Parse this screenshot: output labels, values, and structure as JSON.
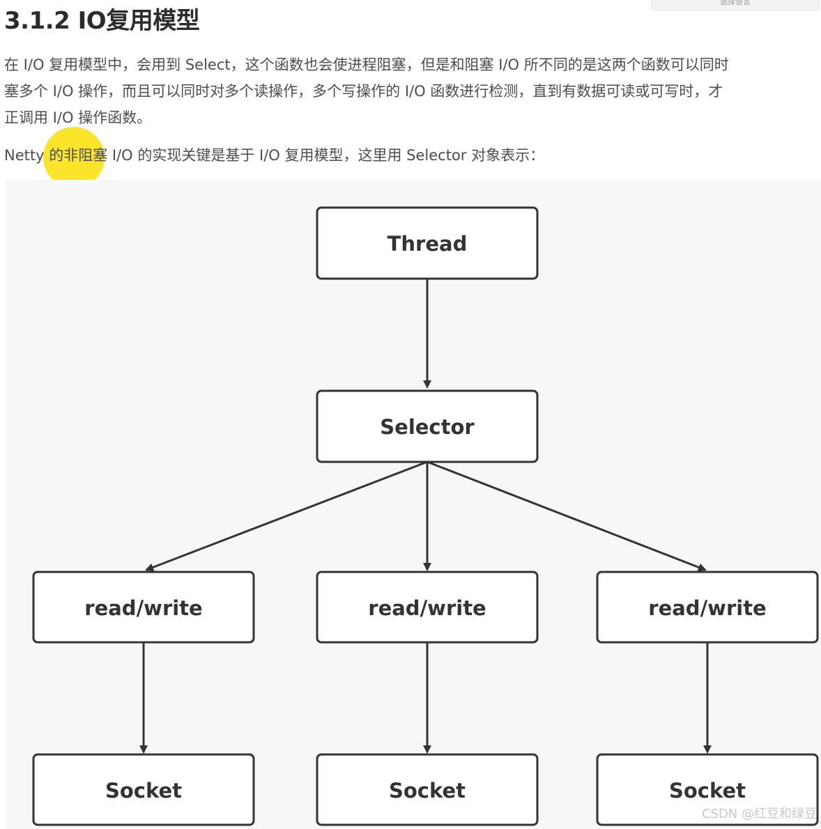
{
  "top_tab": {
    "label": "选择语言"
  },
  "heading": {
    "text": "3.1.2 IO复用模型"
  },
  "paragraphs": {
    "p1_lines": [
      "在 I/O 复用模型中，会用到 Select，这个函数也会使进程阻塞，但是和阻塞 I/O 所不同的是这两个函数可以同时",
      "塞多个 I/O 操作，而且可以同时对多个读操作，多个写操作的 I/O 函数进行检测，直到有数据可读或可写时，才",
      "正调用 I/O 操作函数。"
    ],
    "p2": "Netty 的非阻塞 I/O 的实现关键是基于 I/O 复用模型，这里用 Selector 对象表示："
  },
  "diagram": {
    "nodes": {
      "thread": "Thread",
      "selector": "Selector",
      "rw_left": "read/write",
      "rw_center": "read/write",
      "rw_right": "read/write",
      "socket_left": "Socket",
      "socket_center": "Socket",
      "socket_right": "Socket"
    }
  },
  "watermark": {
    "text": "CSDN @红豆和绿豆"
  }
}
